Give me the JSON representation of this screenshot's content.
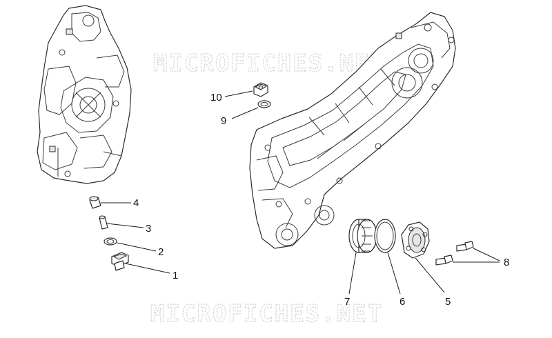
{
  "watermark": {
    "top_text": "MICROFICHES.NET",
    "bottom_text": "MICROFICHES.NET"
  },
  "callouts": {
    "n1": "1",
    "n2": "2",
    "n3": "3",
    "n4": "4",
    "n5": "5",
    "n6": "6",
    "n7": "7",
    "n8": "8",
    "n9": "9",
    "n10": "10"
  }
}
